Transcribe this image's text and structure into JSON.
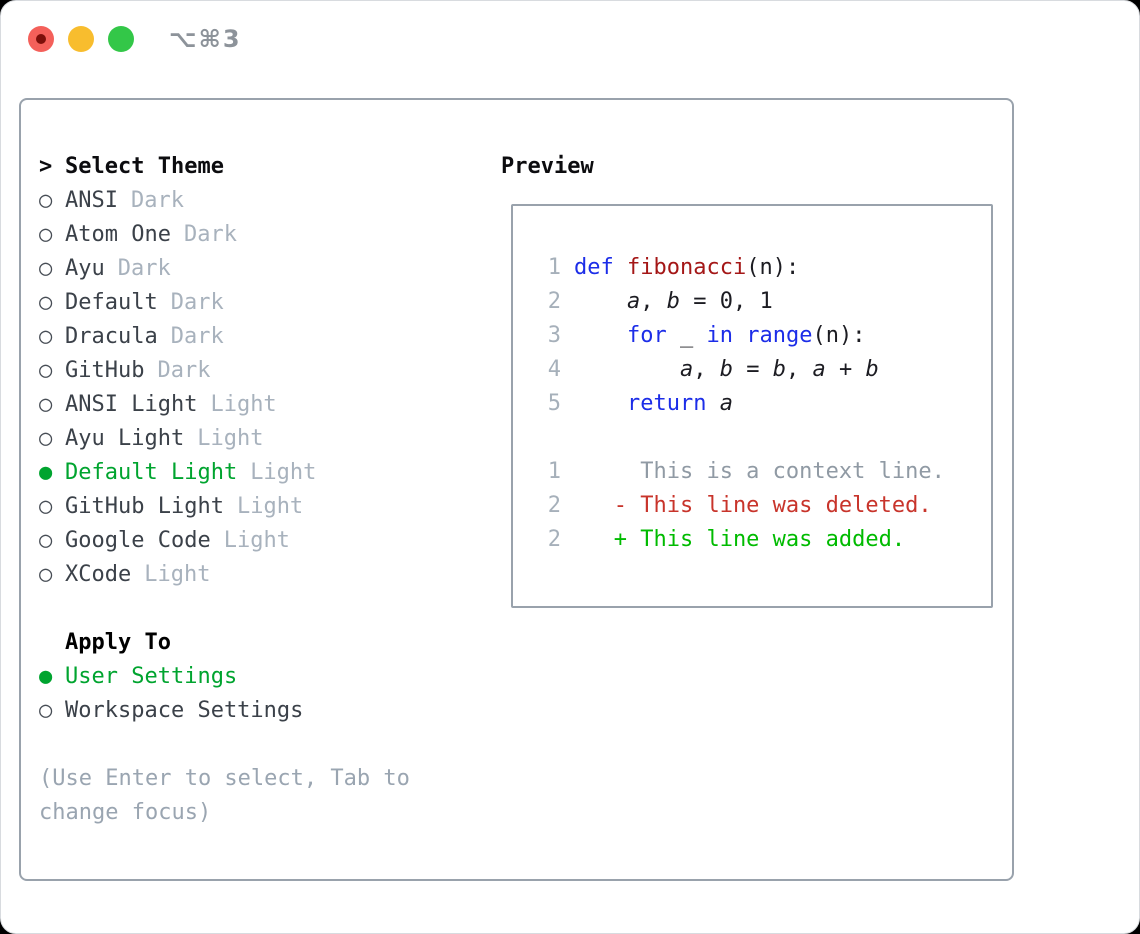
{
  "window": {
    "title": "⌥⌘3"
  },
  "glyphs": {
    "header_prefix": ">",
    "radio_off": "○",
    "radio_on": "●"
  },
  "colors": {
    "selected_green": "#00a42f",
    "added_green": "#00bb00",
    "deleted_red": "#c8342b",
    "keyword_blue": "#1c2de8",
    "function_red": "#a41717",
    "muted_gray": "#a8b2bd",
    "border_gray": "#99a2ac",
    "traffic_red": "#f4605a",
    "traffic_yellow": "#f8bd2e",
    "traffic_green": "#33c748"
  },
  "theme_picker": {
    "header": "Select Theme",
    "items": [
      {
        "name": "ANSI",
        "variant": "Dark",
        "selected": false
      },
      {
        "name": "Atom One",
        "variant": "Dark",
        "selected": false
      },
      {
        "name": "Ayu",
        "variant": "Dark",
        "selected": false
      },
      {
        "name": "Default",
        "variant": "Dark",
        "selected": false
      },
      {
        "name": "Dracula",
        "variant": "Dark",
        "selected": false
      },
      {
        "name": "GitHub",
        "variant": "Dark",
        "selected": false
      },
      {
        "name": "ANSI Light",
        "variant": "Light",
        "selected": false
      },
      {
        "name": "Ayu Light",
        "variant": "Light",
        "selected": false
      },
      {
        "name": "Default Light",
        "variant": "Light",
        "selected": true
      },
      {
        "name": "GitHub Light",
        "variant": "Light",
        "selected": false
      },
      {
        "name": "Google Code",
        "variant": "Light",
        "selected": false
      },
      {
        "name": "XCode",
        "variant": "Light",
        "selected": false
      }
    ],
    "apply_to": {
      "header": "Apply To",
      "options": [
        {
          "name": "User Settings",
          "selected": true
        },
        {
          "name": "Workspace Settings",
          "selected": false
        }
      ]
    },
    "hint": "(Use Enter to select, Tab to change focus)"
  },
  "preview": {
    "header": "Preview",
    "code_lines": [
      {
        "num": "1",
        "tokens": [
          {
            "text": "def",
            "cls": "kw"
          },
          {
            "text": " ",
            "cls": "pl"
          },
          {
            "text": "fibonacci",
            "cls": "fn"
          },
          {
            "text": "(n):",
            "cls": "pl"
          }
        ]
      },
      {
        "num": "2",
        "tokens": [
          {
            "text": "    ",
            "cls": "pl"
          },
          {
            "text": "a",
            "cls": "var"
          },
          {
            "text": ", ",
            "cls": "pl"
          },
          {
            "text": "b",
            "cls": "var"
          },
          {
            "text": " = 0, 1",
            "cls": "pl"
          }
        ]
      },
      {
        "num": "3",
        "tokens": [
          {
            "text": "    ",
            "cls": "pl"
          },
          {
            "text": "for",
            "cls": "kw"
          },
          {
            "text": " _ ",
            "cls": "pl"
          },
          {
            "text": "in",
            "cls": "kw"
          },
          {
            "text": " ",
            "cls": "pl"
          },
          {
            "text": "range",
            "cls": "kw"
          },
          {
            "text": "(n):",
            "cls": "pl"
          }
        ]
      },
      {
        "num": "4",
        "tokens": [
          {
            "text": "        ",
            "cls": "pl"
          },
          {
            "text": "a",
            "cls": "var"
          },
          {
            "text": ", ",
            "cls": "pl"
          },
          {
            "text": "b",
            "cls": "var"
          },
          {
            "text": " = ",
            "cls": "pl"
          },
          {
            "text": "b",
            "cls": "var"
          },
          {
            "text": ", ",
            "cls": "pl"
          },
          {
            "text": "a",
            "cls": "var"
          },
          {
            "text": " + ",
            "cls": "pl"
          },
          {
            "text": "b",
            "cls": "var"
          }
        ]
      },
      {
        "num": "5",
        "tokens": [
          {
            "text": "    ",
            "cls": "pl"
          },
          {
            "text": "return",
            "cls": "kw"
          },
          {
            "text": " ",
            "cls": "pl"
          },
          {
            "text": "a",
            "cls": "var"
          }
        ]
      }
    ],
    "diff_lines": [
      {
        "num": "1",
        "text": "     This is a context line.",
        "cls": "ctx"
      },
      {
        "num": "2",
        "text": "   - This line was deleted.",
        "cls": "del"
      },
      {
        "num": "2",
        "text": "   + This line was added.",
        "cls": "add"
      }
    ]
  }
}
